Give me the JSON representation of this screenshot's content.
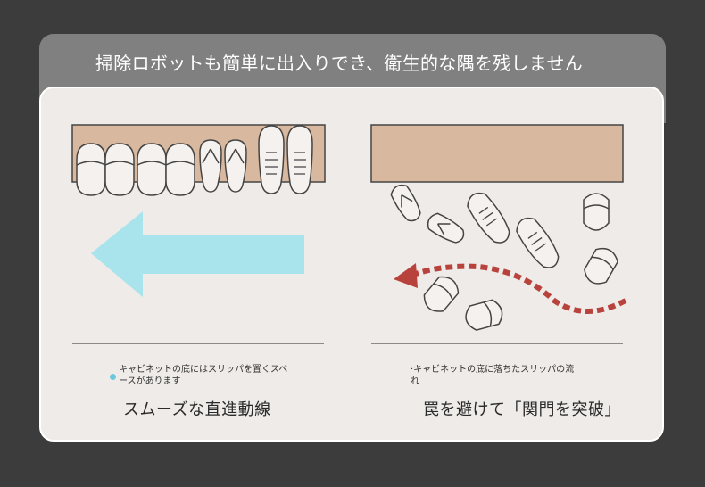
{
  "headline": "掃除ロボットも簡単に出入りでき、衛生的な隅を残しません",
  "colors": {
    "background": "#3c3c3c",
    "header_band": "#808080",
    "card": "#eeebe8",
    "shelf": "#d8b89e",
    "arrow_blue": "#a9e3ec",
    "arrow_red": "#b8433c"
  },
  "left_panel": {
    "note": "キャビネットの底にはスリッパを置くスペースがあります",
    "title": "スムーズな直進動線"
  },
  "right_panel": {
    "note": "·キャビネットの底に落ちたスリッパの流れ",
    "title": "罠を避けて「関門を突破」"
  }
}
